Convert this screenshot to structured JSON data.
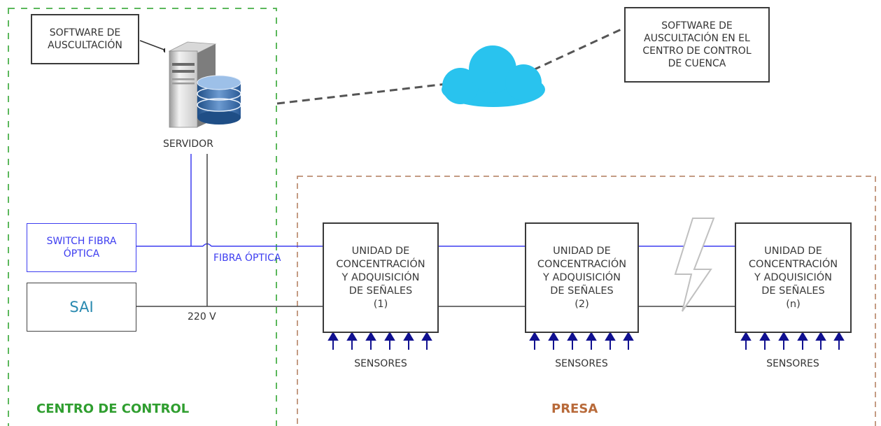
{
  "colors": {
    "control_zone": "#5cb85c",
    "dam_zone": "#b07a5a",
    "fiber": "#3d3df0",
    "power": "#444444",
    "cloud": "#29c3ee",
    "arrow": "#101090"
  },
  "labels": {
    "software_local": "SOFTWARE DE\nAUSCULTACIÓN",
    "software_remote": "SOFTWARE DE\nAUSCULTACIÓN EN EL\nCENTRO DE CONTROL\nDE CUENCA",
    "server": "SERVIDOR",
    "switch": "SWITCH FIBRA\nÓPTICA",
    "sai": "SAI",
    "fiber": "FIBRA ÓPTICA",
    "power": "220 V",
    "control_center": "CENTRO DE CONTROL",
    "dam": "PRESA"
  },
  "icons": {
    "server": "server-database-icon",
    "cloud": "cloud-icon",
    "sensor_arrow": "arrow-up-icon",
    "break": "lightning-break-icon"
  },
  "units": [
    {
      "text": "UNIDAD DE\nCONCENTRACIÓN\nY ADQUISICIÓN\nDE SEÑALES\n(1)",
      "sensors": "SENSORES"
    },
    {
      "text": "UNIDAD DE\nCONCENTRACIÓN\nY ADQUISICIÓN\nDE SEÑALES\n(2)",
      "sensors": "SENSORES"
    },
    {
      "text": "UNIDAD DE\nCONCENTRACIÓN\nY ADQUISICIÓN\nDE SEÑALES\n(n)",
      "sensors": "SENSORES"
    }
  ]
}
